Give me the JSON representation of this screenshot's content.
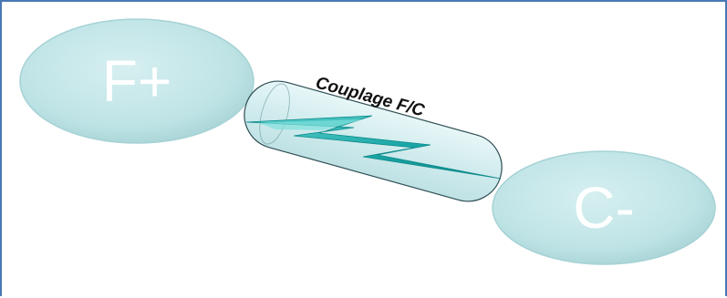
{
  "diagram": {
    "node_left_label": "F+",
    "node_right_label": "C-",
    "connector_label": "Couplage F/C"
  },
  "colors": {
    "border": "#4a78b5",
    "ellipse_fill": "#bfe4e6",
    "ellipse_edge": "#a6d2d5",
    "tube_fill": "#d6eef0",
    "tube_edge": "#2f4f55",
    "bolt_dark": "#1aa6a6",
    "bolt_light": "#5fd3d0"
  }
}
